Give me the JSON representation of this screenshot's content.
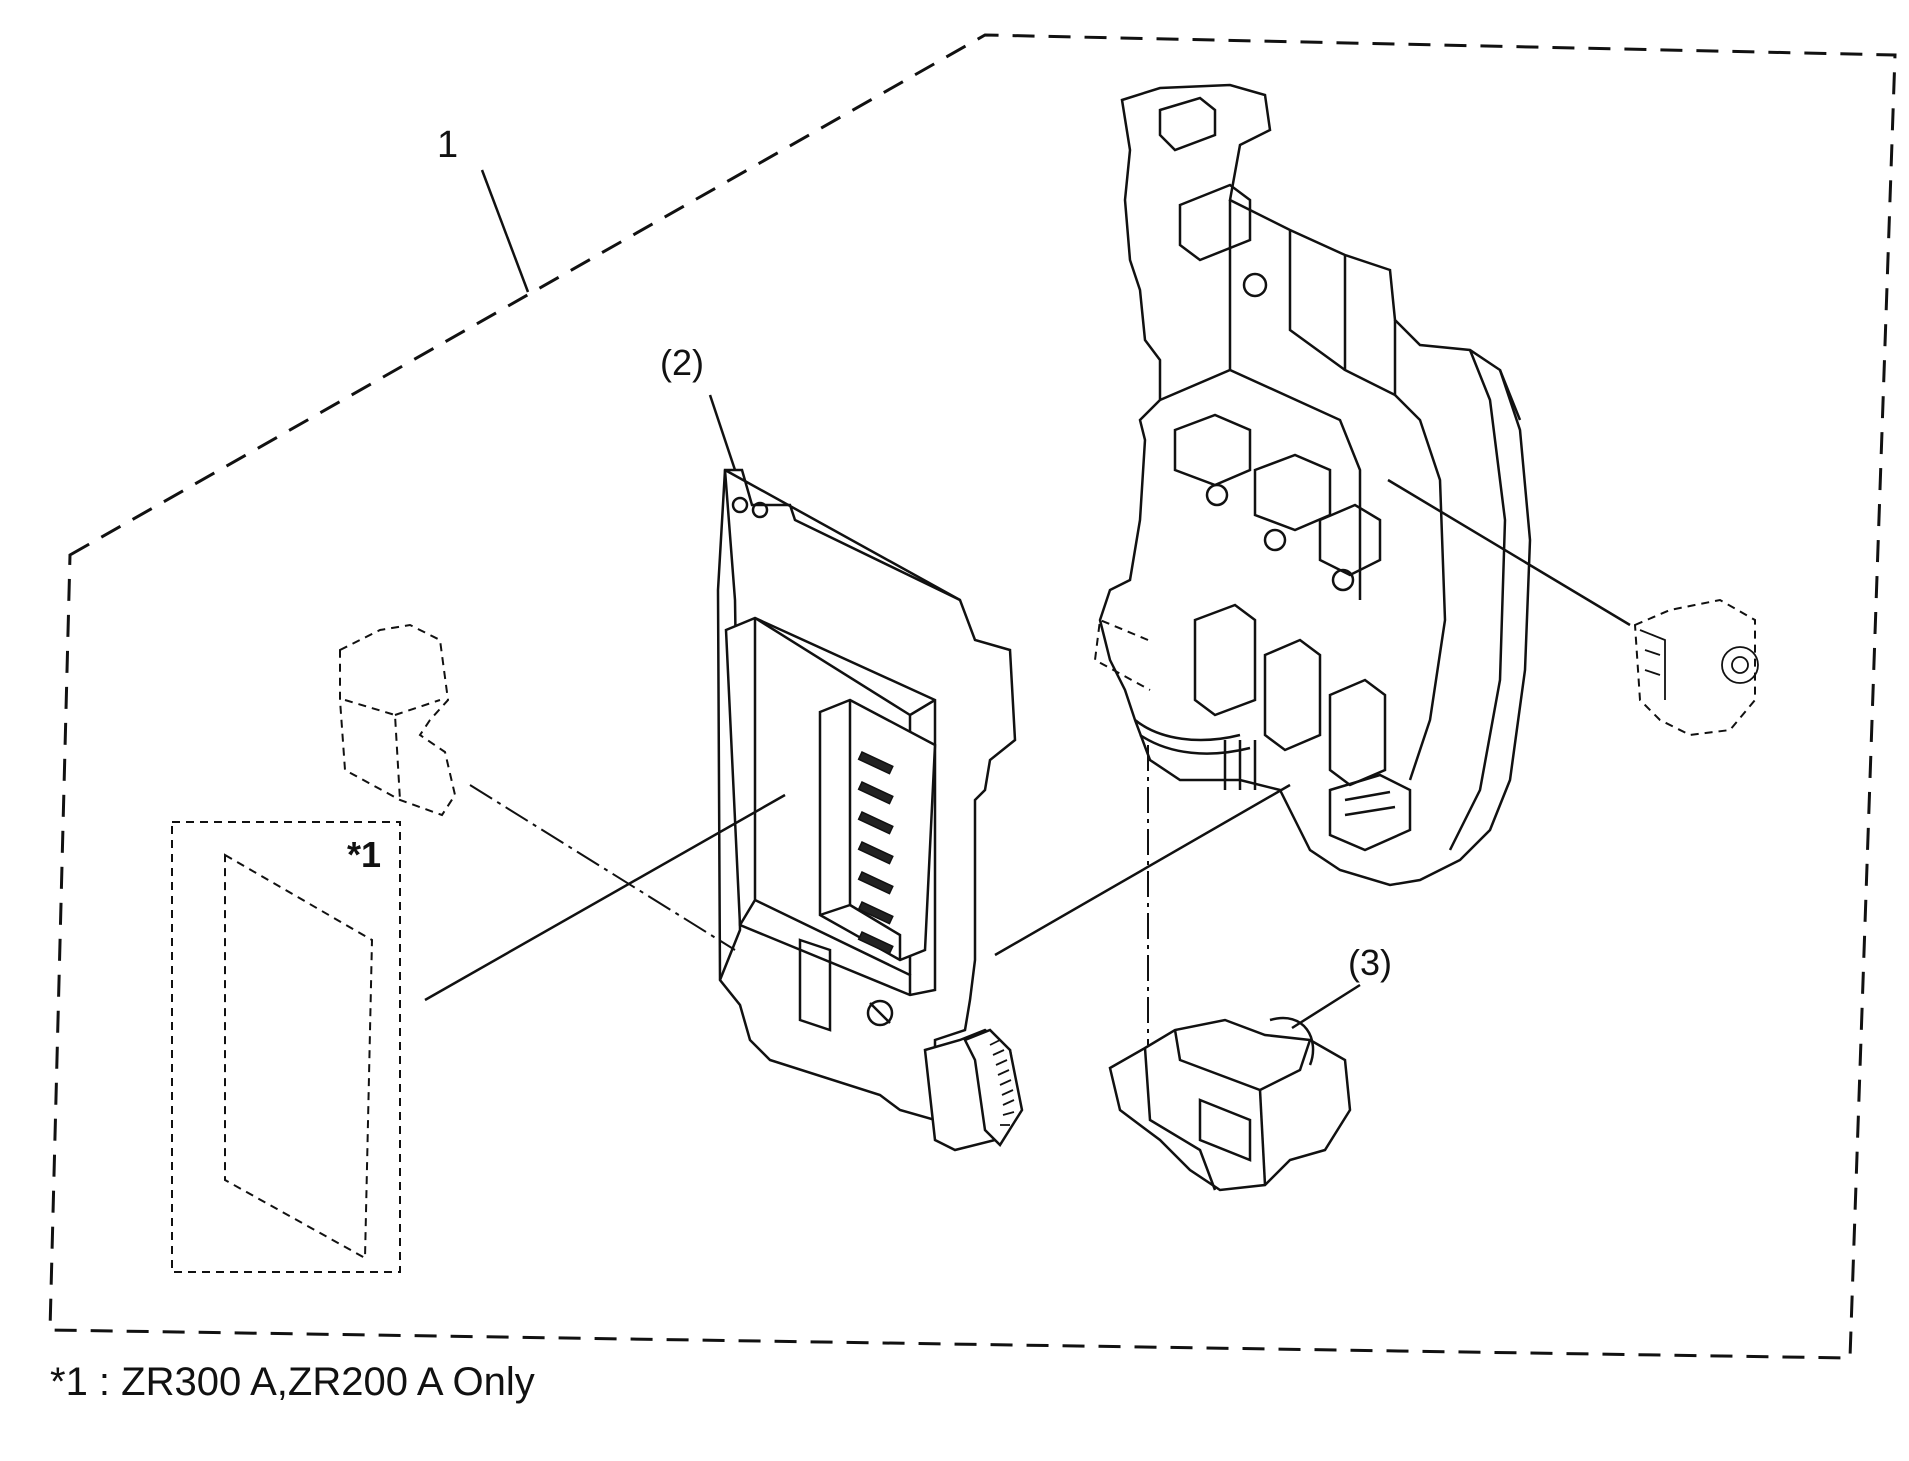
{
  "labels": {
    "callout_1": "1",
    "callout_2": "(2)",
    "callout_3": "(3)",
    "note_mark": "*1",
    "footnote": "*1 : ZR300 A,ZR200 A Only"
  },
  "icons": [
    "card-holder-part",
    "card-slot-frame-part",
    "connector-part",
    "switch-part",
    "battery-door-part",
    "tape-piece-part",
    "sheet-label-part"
  ]
}
